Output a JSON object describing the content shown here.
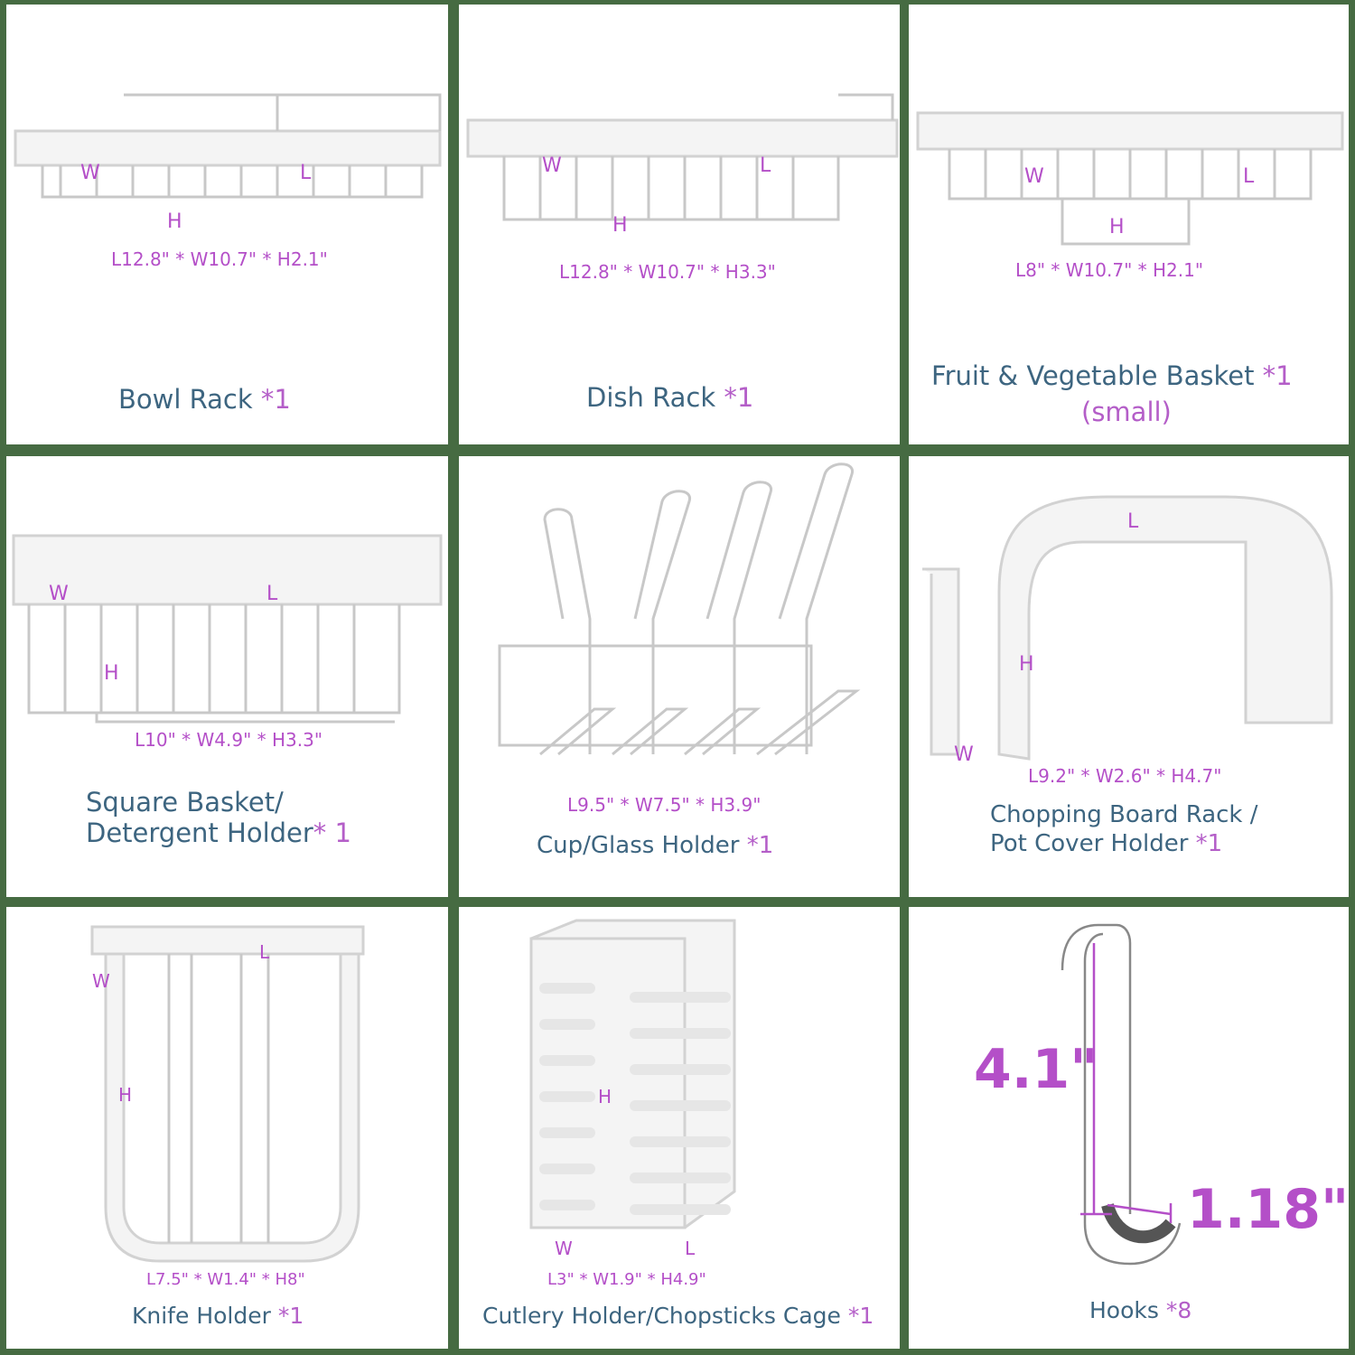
{
  "colors": {
    "background": "#466b42",
    "title": "#3d6580",
    "accent": "#b44fc8"
  },
  "items": [
    {
      "name": "Bowl Rack",
      "count": "*1",
      "dims": "L12.8\"  * W10.7\"  * H2.1\"",
      "labels": [
        "W",
        "L",
        "H"
      ]
    },
    {
      "name": "Dish Rack",
      "count": "*1",
      "dims": "L12.8\"  * W10.7\"  * H3.3\"",
      "labels": [
        "W",
        "L",
        "H"
      ]
    },
    {
      "name": "Fruit & Vegetable Basket",
      "count": "*1",
      "sub": "(small)",
      "dims": "L8\"  * W10.7\"  * H2.1\"",
      "labels": [
        "W",
        "L",
        "H"
      ]
    },
    {
      "name": "Square Basket/",
      "name2": "Detergent Holder",
      "count": "* 1",
      "dims": "L10\"  * W4.9\"  * H3.3\"",
      "labels": [
        "W",
        "L",
        "H"
      ]
    },
    {
      "name": "Cup/Glass Holder",
      "count": "*1",
      "dims": "L9.5\"  * W7.5\"  * H3.9\""
    },
    {
      "name": "Chopping Board Rack /",
      "name2": "Pot Cover Holder",
      "count": "*1",
      "dims": "L9.2\"  * W2.6\"  * H4.7\"",
      "labels": [
        "L",
        "H",
        "W"
      ]
    },
    {
      "name": "Knife Holder",
      "count": "*1",
      "dims": "L7.5\"  * W1.4\"  * H8\"",
      "labels": [
        "L",
        "W",
        "H"
      ]
    },
    {
      "name": "Cutlery Holder/Chopsticks Cage",
      "count": "*1",
      "dims": "L3\"  * W1.9\"  * H4.9\"",
      "labels": [
        "H",
        "W",
        "L"
      ]
    },
    {
      "name": "Hooks",
      "count": "*8",
      "height": "4.1\"",
      "width": "1.18\""
    }
  ]
}
